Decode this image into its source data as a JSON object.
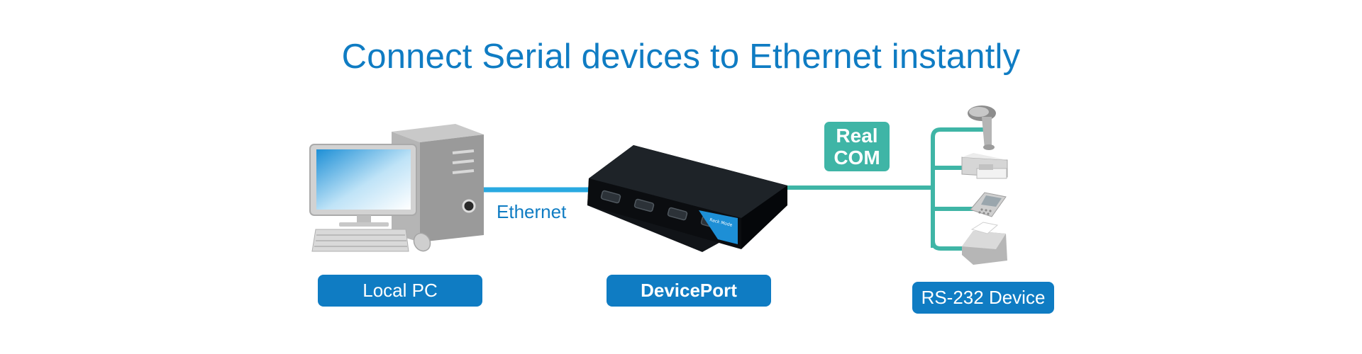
{
  "title": "Connect Serial devices to Ethernet instantly",
  "labels": {
    "local_pc": "Local PC",
    "deviceport": "DevicePort",
    "rs232": "RS-232 Device",
    "ethernet": "Ethernet",
    "realcom_line1": "Real",
    "realcom_line2": "COM"
  },
  "device_marking": "Rack Mode",
  "colors": {
    "brand_blue": "#0f7cc3",
    "ethernet_line": "#29a9e1",
    "teal": "#3fb5a6"
  },
  "icons": [
    "desktop-pc-icon",
    "deviceport-hardware-icon",
    "barcode-scanner-icon",
    "card-reader-icon",
    "pos-terminal-icon",
    "receipt-printer-icon"
  ]
}
